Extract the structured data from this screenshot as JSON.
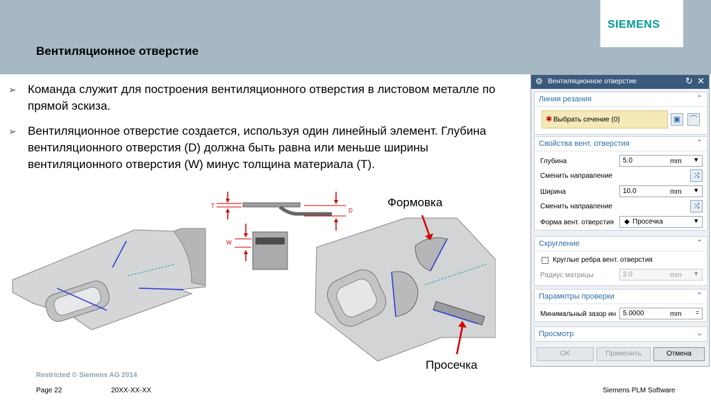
{
  "header": {
    "title": "Вентиляционное отверстие",
    "logo": "SIEMENS"
  },
  "bullets": [
    "Команда служит для построения вентиляционного отверстия в листовом металле по прямой эскиза.",
    "Вентиляционное отверстие создается, используя один линейный элемент. Глубина вентиляционного отверстия (D) должна быть равна или меньше ширины вентиляционного отверстия (W) минус толщина материала (T)."
  ],
  "figure": {
    "label_forming": "Формовка",
    "label_slot": "Просечка",
    "dim_t": "T",
    "dim_w": "W",
    "dim_d": "D"
  },
  "dialog": {
    "title": "Вентиляционное отверстие",
    "section_cut": {
      "header": "Линия резания",
      "select_label": "Выбрать сечение (0)"
    },
    "section_props": {
      "header": "Свойства вент. отверстия",
      "depth_label": "Глубина",
      "depth_value": "5.0",
      "depth_unit": "mm",
      "flip1_label": "Сменить направление",
      "width_label": "Ширина",
      "width_value": "10.0",
      "width_unit": "mm",
      "flip2_label": "Сменить направление",
      "shape_label": "Форма вент. отверстия",
      "shape_value": "Просечка"
    },
    "section_round": {
      "header": "Скругление",
      "checkbox_label": "Круглые ребра вент. отверстия",
      "radius_label": "Радиус матрицы",
      "radius_value": "2.0",
      "radius_unit": "mm"
    },
    "section_check": {
      "header": "Параметры проверки",
      "gap_label": "Минимальный зазор ин",
      "gap_value": "5.0000",
      "gap_unit": "mm"
    },
    "section_preview": {
      "header": "Просмотр"
    },
    "buttons": {
      "ok": "OK",
      "apply": "Применить",
      "cancel": "Отмена"
    }
  },
  "footer": {
    "restricted": "Restricted © Siemens AG 2014",
    "page": "Page 22",
    "date": "20XX-XX-XX",
    "company": "Siemens PLM Software"
  },
  "colors": {
    "header_bg": "#a6b8c4",
    "siemens_teal": "#009999",
    "dialog_title": "#3a5a7c",
    "section_header": "#2d6ea8",
    "annotation_red": "#d40000"
  }
}
